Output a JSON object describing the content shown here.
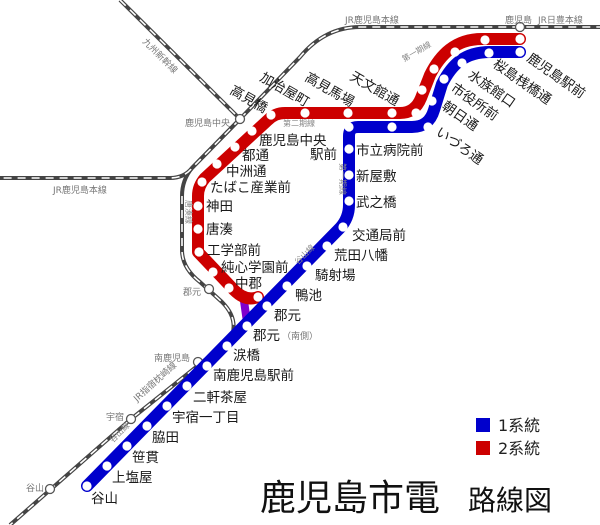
{
  "title": {
    "main": "鹿児島市電",
    "sub": "路線図"
  },
  "legend": [
    {
      "label": "1系統",
      "color": "#0000cc"
    },
    {
      "label": "2系統",
      "color": "#cc0000"
    }
  ],
  "colors": {
    "line1": "#0000cc",
    "line2": "#cc0000",
    "connector": "#7f00cc",
    "jr": "#444444"
  },
  "shared_stations": [
    "鹿児島駅前",
    "桜島桟橋通",
    "水族館口",
    "市役所前",
    "朝日通",
    "いづろ通",
    "天文館通",
    "高見馬場"
  ],
  "line2_stations": [
    "加治屋町",
    "高見橋",
    "鹿児島中央",
    "駅前",
    "都通",
    "中洲通",
    "たばこ産業前",
    "神田",
    "唐湊",
    "工学部前",
    "純心学園前",
    "中郡"
  ],
  "line1_stations": [
    "市立病院前",
    "新屋敷",
    "武之橋",
    "交通局前",
    "荒田八幡",
    "騎射場",
    "鴨池",
    "郡元",
    "郡元",
    "（南側）",
    "涙橋",
    "南鹿児島駅前",
    "二軒茶屋",
    "宇宿一丁目",
    "脇田",
    "笹貫",
    "上塩屋",
    "谷山"
  ],
  "jr": {
    "shinkansen": "九州新幹線",
    "kagoshima_main_north": "JR鹿児島本線",
    "kagoshima_main_west": "JR鹿児島本線",
    "nippo": "JR日豊本線",
    "ibusuki": "JR指宿枕崎線",
    "stations": {
      "kagoshima": "鹿児島",
      "chuo": "鹿児島中央",
      "korimoto": "郡元",
      "minami": "南鹿児島",
      "usuki": "宇宿",
      "taniyama": "谷山"
    }
  },
  "section_labels": {
    "daini": "第二期線",
    "daiichi_v": "第一期線",
    "daiichi_r": "第一期線",
    "toso": "唐湊線",
    "taniyama1": "谷山線",
    "taniyama2": "谷山線"
  }
}
